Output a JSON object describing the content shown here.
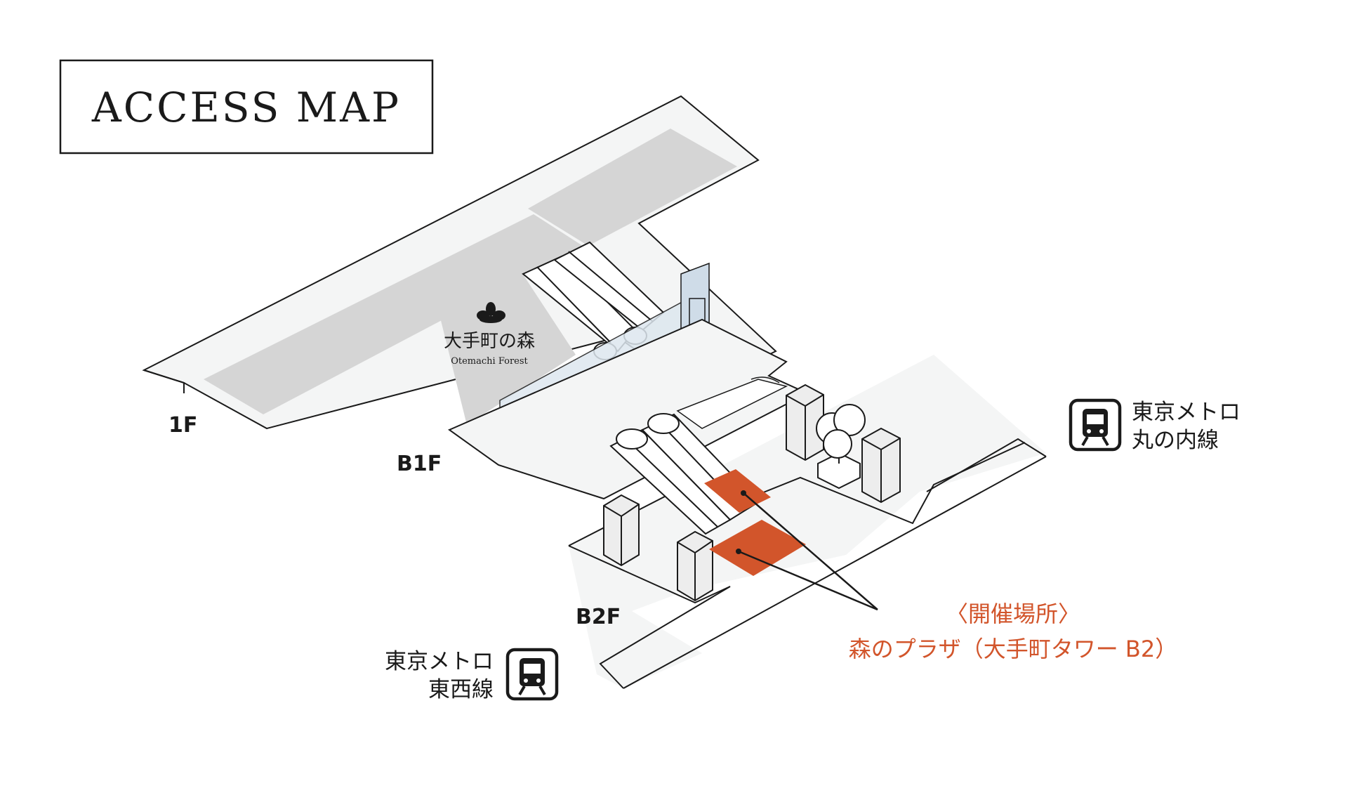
{
  "title": "ACCESS MAP",
  "floors": {
    "f1": "1F",
    "b1": "B1F",
    "b2": "B2F"
  },
  "logo": {
    "name_ja": "大手町の森",
    "name_en": "Otemachi Forest",
    "icon": "leaf-logo-icon"
  },
  "stations": {
    "marunouchi": {
      "line1": "東京メトロ",
      "line2": "丸の内線",
      "icon": "train-icon"
    },
    "tozai": {
      "line1": "東京メトロ",
      "line2": "東西線",
      "icon": "train-icon"
    }
  },
  "venue": {
    "label": "〈開催場所〉",
    "name": "森のプラザ（大手町タワー B2）"
  },
  "colors": {
    "venue": "#d2552b",
    "floor": "#f4f5f5",
    "gray_area": "#d5d5d5",
    "glass": "#dde7ef",
    "line": "#1a1a1a"
  }
}
